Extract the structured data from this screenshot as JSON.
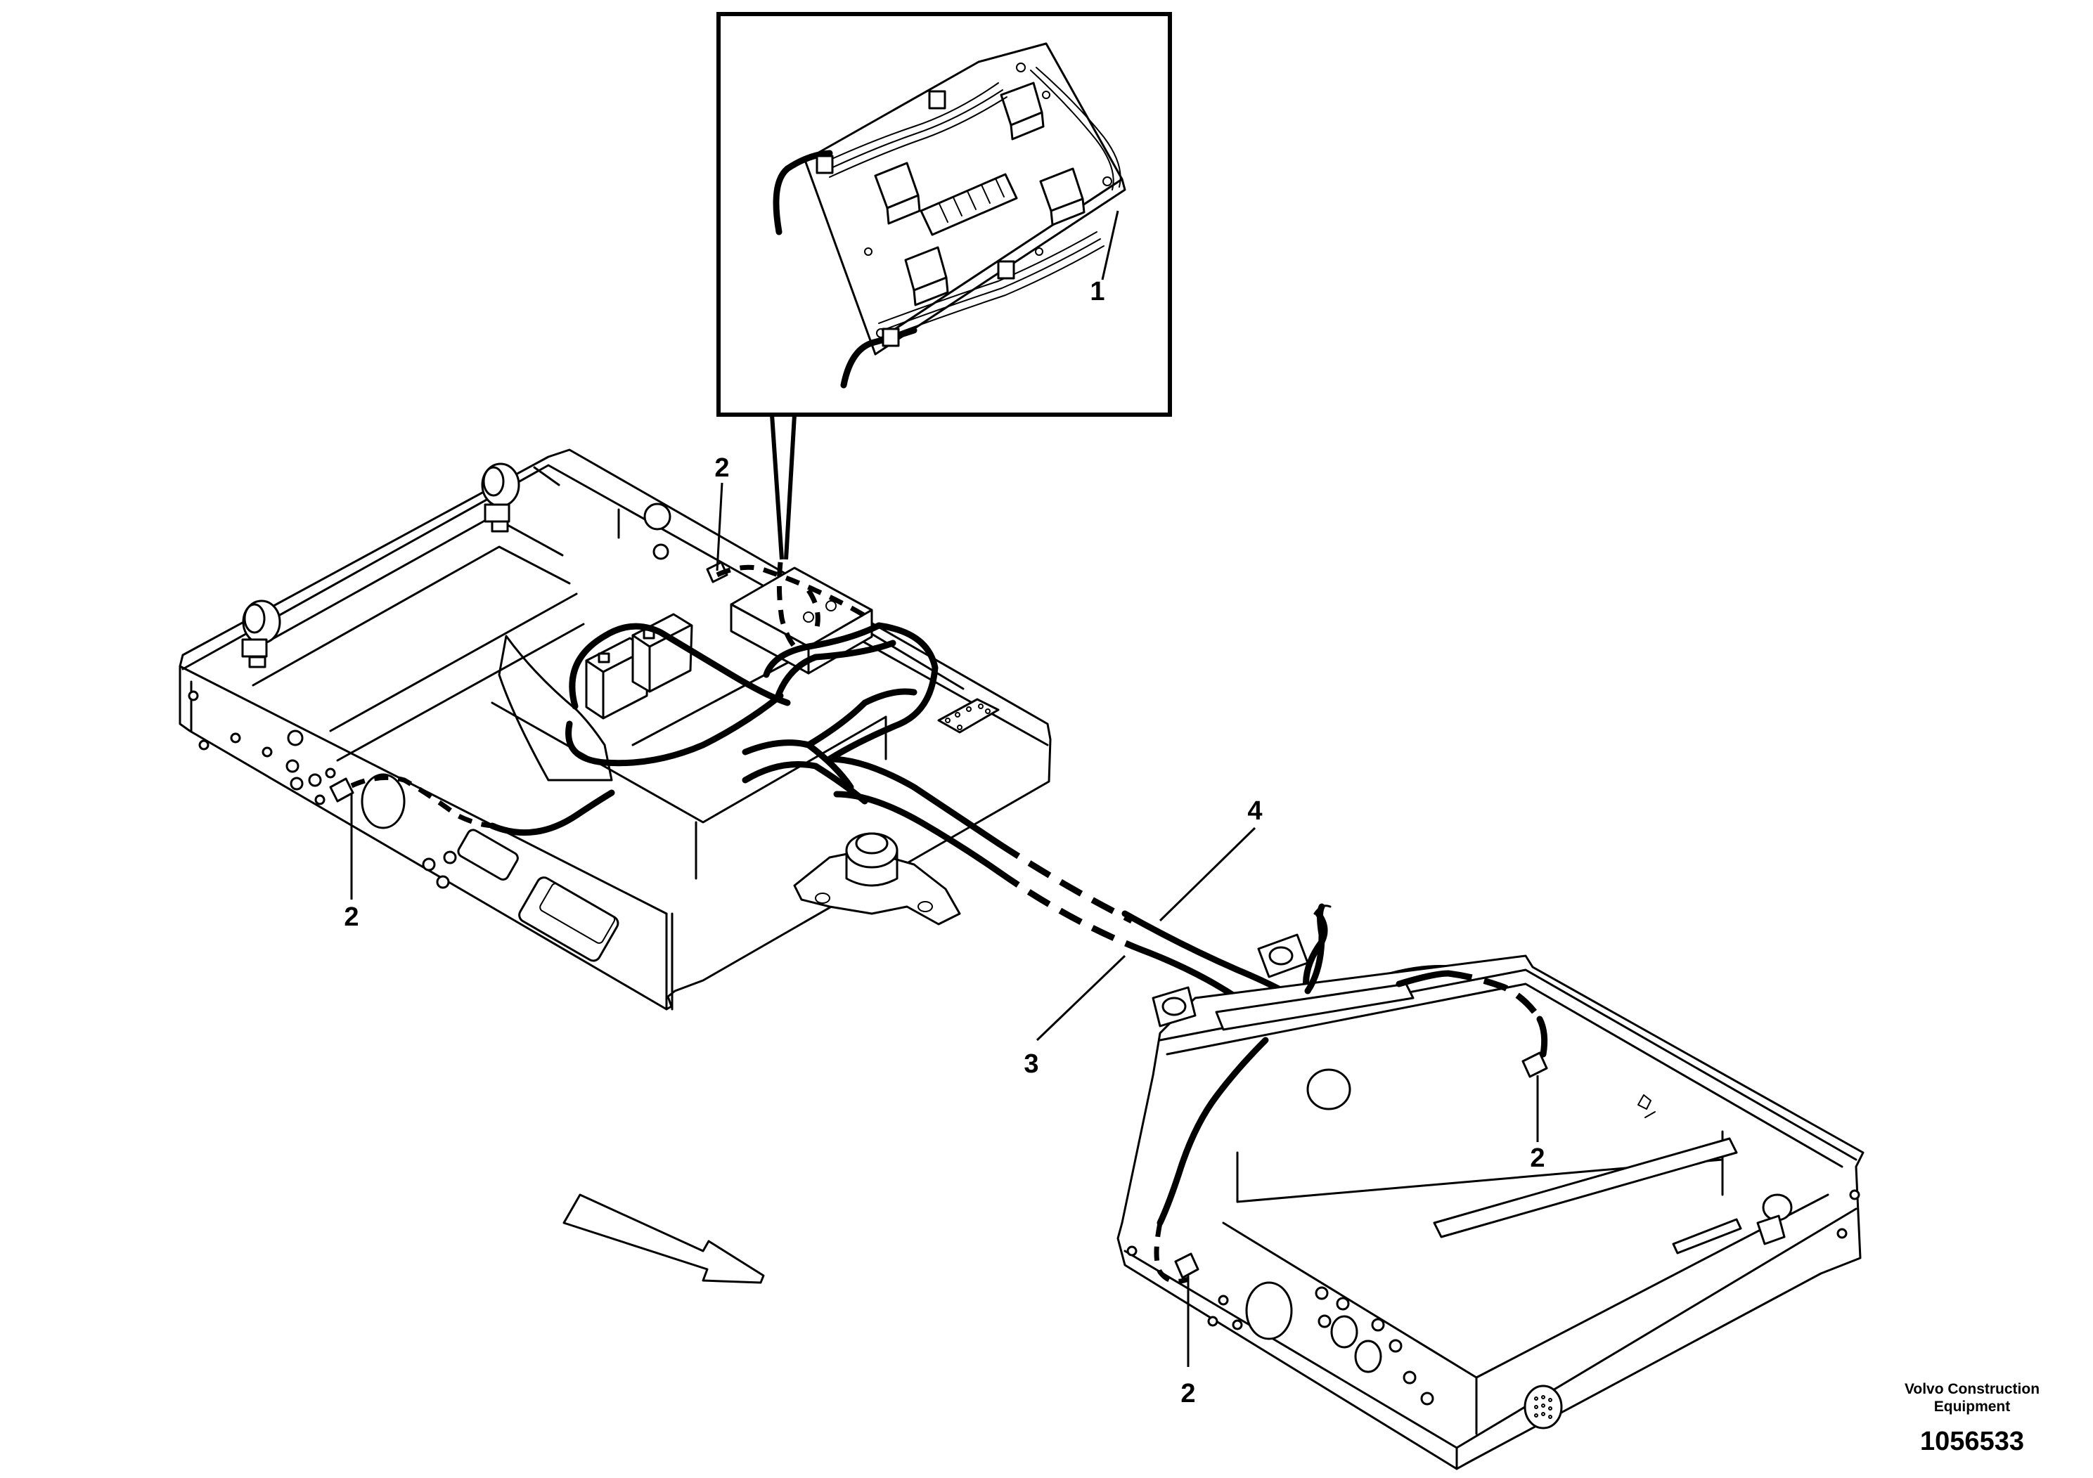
{
  "figure": {
    "publisher": "Volvo Construction\nEquipment",
    "doc_number": "1056533"
  },
  "callouts": {
    "c1": "1",
    "c2_top": "2",
    "c2_left": "2",
    "c2_right": "2",
    "c2_bottom": "2",
    "c3": "3",
    "c4": "4"
  },
  "colors": {
    "ink": "#000000",
    "paper": "#ffffff"
  },
  "icons": {
    "direction": "forward-arrow-icon"
  }
}
